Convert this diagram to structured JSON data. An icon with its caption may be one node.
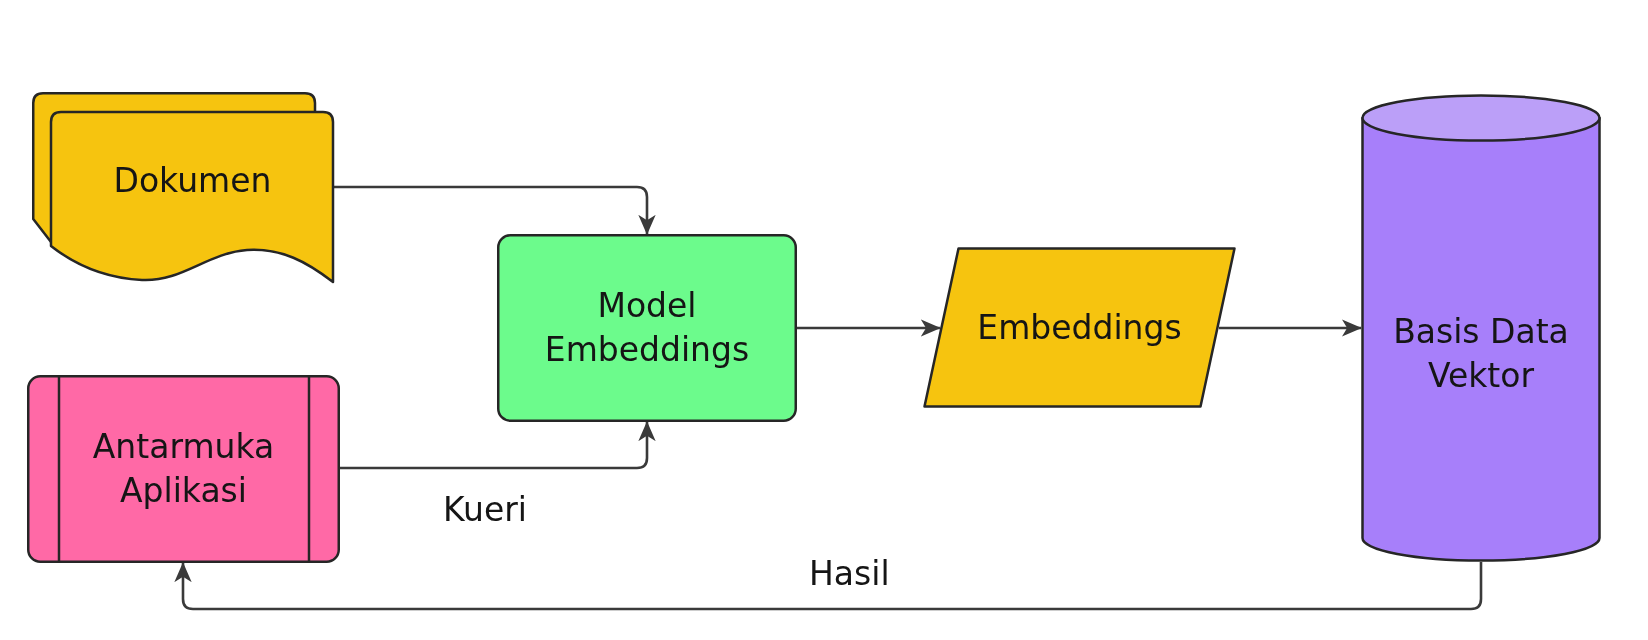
{
  "diagram": {
    "nodes": [
      {
        "text": [
          "Dokumen"
        ]
      },
      {
        "text": [
          "Model Embeddings"
        ]
      },
      {
        "text": [
          "Embeddings"
        ]
      },
      {
        "text": [
          "Basis Data Vektor"
        ]
      },
      {
        "text": [
          "Antarmuka Aplikasi"
        ]
      }
    ],
    "edges": [
      {
        "from": 0,
        "to": 1,
        "arrow": "to"
      },
      {
        "from": 4,
        "to": 1,
        "arrow": "to",
        "label": "Kueri"
      },
      {
        "from": 1,
        "to": 2,
        "arrow": "to"
      },
      {
        "from": 2,
        "to": 3,
        "arrow": "to"
      },
      {
        "from": 3,
        "to": 4,
        "arrow": "to",
        "label": "Hasil"
      }
    ]
  }
}
